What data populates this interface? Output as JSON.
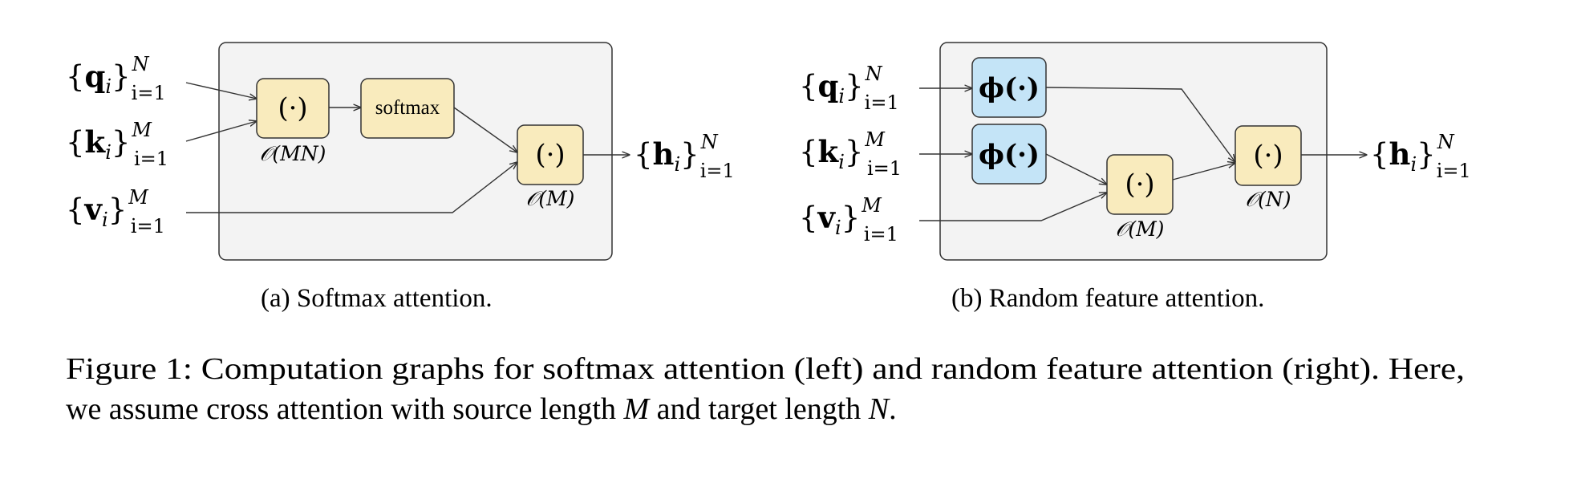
{
  "panel_a": {
    "inputs": [
      {
        "sym": "q",
        "sub": "i",
        "sup": "N",
        "lim": "i=1"
      },
      {
        "sym": "k",
        "sub": "i",
        "sup": "M",
        "lim": "i=1"
      },
      {
        "sym": "v",
        "sub": "i",
        "sup": "M",
        "lim": "i=1"
      }
    ],
    "node_dot": "(·)",
    "node_softmax": "softmax",
    "complexity_1": "𝒪(MN)",
    "complexity_2": "𝒪(M)",
    "output": {
      "sym": "h",
      "sub": "i",
      "sup": "N",
      "lim": "i=1"
    },
    "caption": "(a)  Softmax attention."
  },
  "panel_b": {
    "inputs": [
      {
        "sym": "q",
        "sub": "i",
        "sup": "N",
        "lim": "i=1"
      },
      {
        "sym": "k",
        "sub": "i",
        "sup": "M",
        "lim": "i=1"
      },
      {
        "sym": "v",
        "sub": "i",
        "sup": "M",
        "lim": "i=1"
      }
    ],
    "node_phi": "ϕ(·)",
    "node_dot": "(·)",
    "complexity_1": "𝒪(M)",
    "complexity_2": "𝒪(N)",
    "output": {
      "sym": "h",
      "sub": "i",
      "sup": "N",
      "lim": "i=1"
    },
    "caption": "(b) Random feature attention."
  },
  "figure_caption": {
    "line1": "Figure 1: Computation graphs for softmax attention (left) and random feature attention (right). Here,",
    "line2_pre": "we assume cross attention with source length ",
    "line2_m": "M",
    "line2_mid": " and target length ",
    "line2_n": "N",
    "line2_end": "."
  },
  "colors": {
    "panel_bg": "#f3f3f3",
    "yellow_node": "#f9ebbd",
    "blue_node": "#c4e4f7",
    "stroke": "#333333"
  }
}
